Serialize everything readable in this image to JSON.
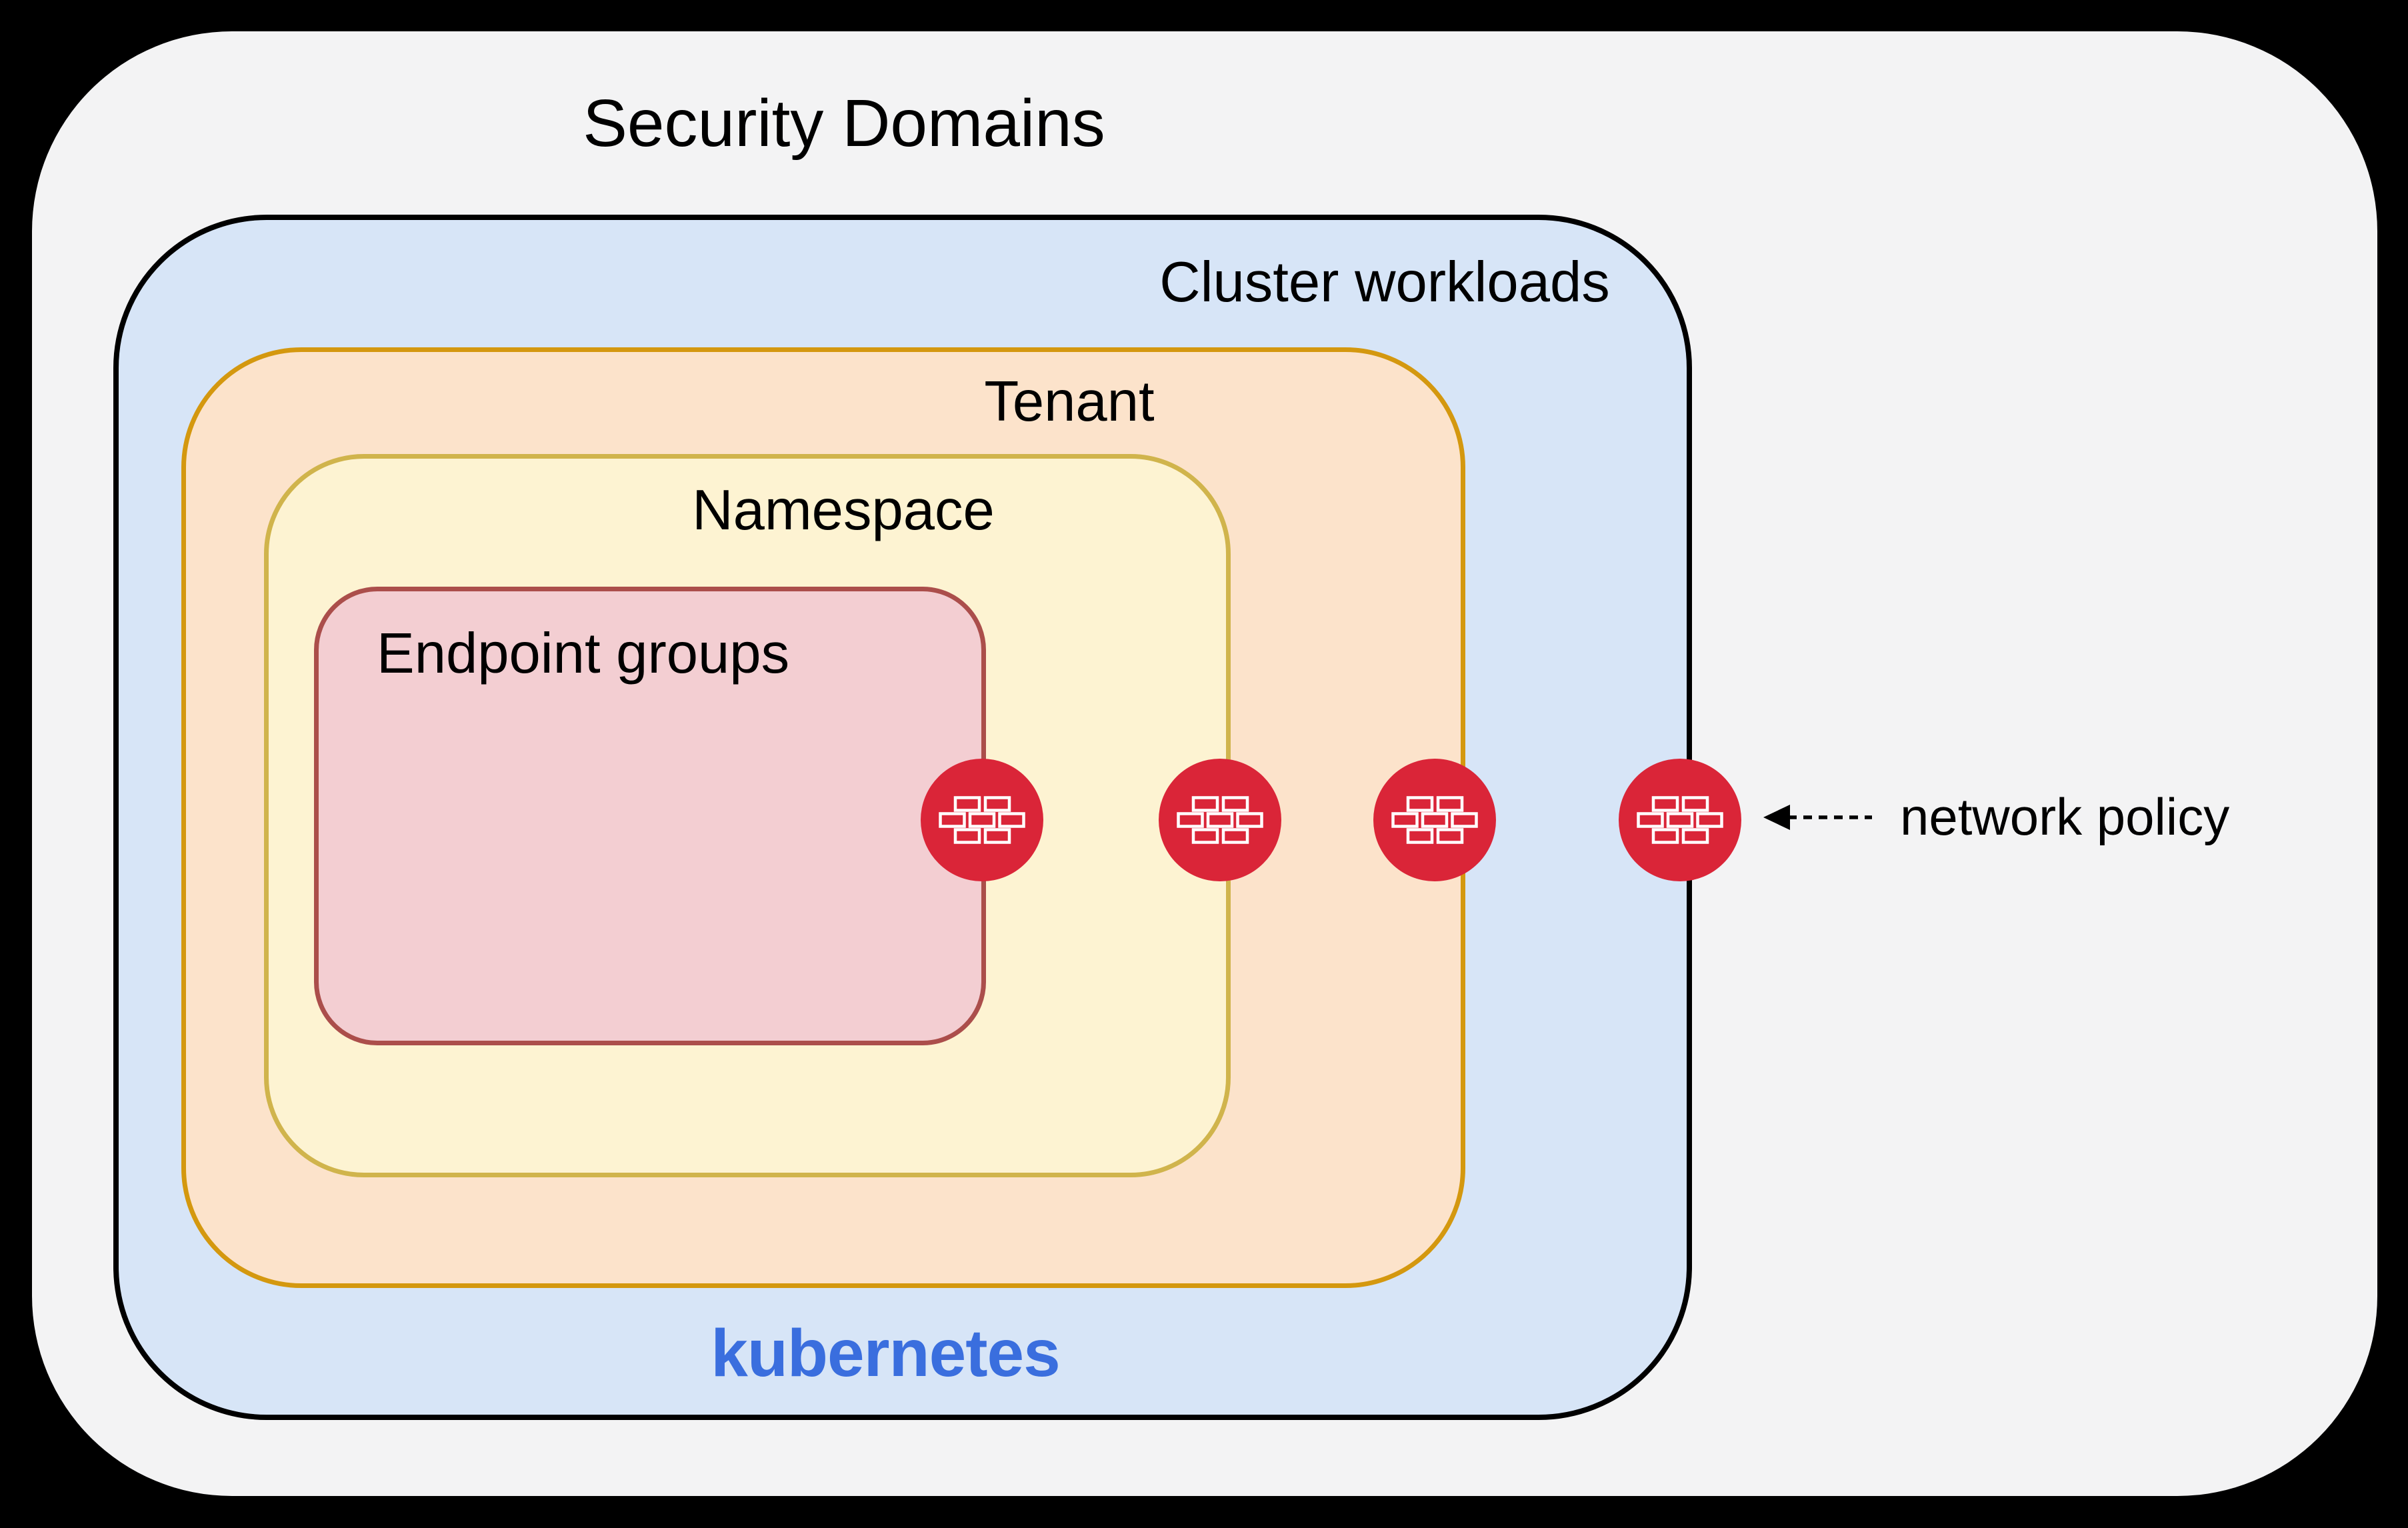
{
  "diagram": {
    "title": "Security Domains",
    "domains": [
      {
        "name": "cluster-workloads",
        "label": "Cluster workloads"
      },
      {
        "name": "tenant",
        "label": "Tenant"
      },
      {
        "name": "namespace",
        "label": "Namespace"
      },
      {
        "name": "endpoint-groups",
        "label": "Endpoint groups"
      }
    ],
    "platform_label": "kubernetes",
    "annotation_label": "network policy",
    "firewall": {
      "icon": "brick-wall-firewall-icon",
      "count": 4,
      "placement": "one on the boundary of each nested security domain"
    },
    "colors": {
      "page_background": "#000000",
      "outer_fill": "#f3f3f4",
      "cluster_fill": "#d7e5f7",
      "cluster_border": "#000000",
      "tenant_fill": "#fce3cb",
      "tenant_border": "#d4980f",
      "namespace_fill": "#fdf3d2",
      "namespace_border": "#d0b44c",
      "endpoint_fill": "#f3ced2",
      "endpoint_border": "#ab4e4b",
      "firewall_red": "#da2538",
      "kubernetes_blue": "#3a6ede",
      "text": "#000000"
    }
  }
}
